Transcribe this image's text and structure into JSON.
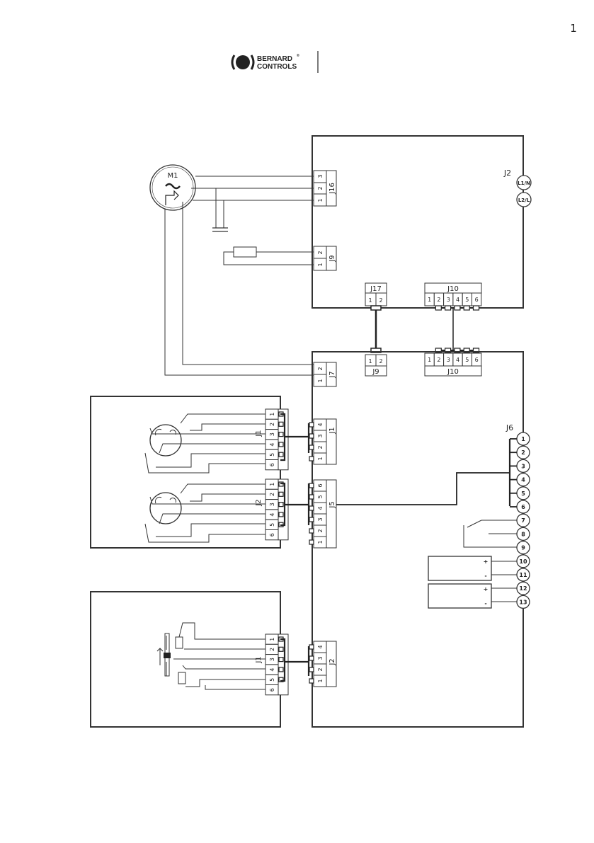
{
  "page": {
    "number": "1"
  },
  "brand": {
    "line1": "BERNARD",
    "line2": "CONTROLS",
    "reg": "®"
  },
  "motor": {
    "label": "M1",
    "terminal_block": "J16",
    "pins": [
      "3",
      "2",
      "1"
    ]
  },
  "heater": {
    "connector": "J9",
    "pins": [
      "2",
      "1"
    ]
  },
  "supply_board": {
    "connector": "J2",
    "terminals": [
      "L1/N",
      "L2/L"
    ],
    "j17": {
      "label": "J17",
      "pins": [
        "1",
        "2"
      ]
    },
    "j10": {
      "label": "J10",
      "pins": [
        "1",
        "2",
        "3",
        "4",
        "5",
        "6"
      ]
    }
  },
  "main_board": {
    "j9": {
      "label": "J9",
      "pins": [
        "1",
        "2"
      ]
    },
    "j10": {
      "label": "J10",
      "pins": [
        "1",
        "2",
        "3",
        "4",
        "5",
        "6"
      ]
    },
    "j7": {
      "label": "J7",
      "pins": [
        "2",
        "1"
      ]
    },
    "j1": {
      "label": "J1",
      "pins": [
        "4",
        "3",
        "2",
        "1"
      ]
    },
    "j5": {
      "label": "J5",
      "pins": [
        "6",
        "5",
        "4",
        "3",
        "2",
        "1"
      ]
    },
    "j2": {
      "label": "J2",
      "pins": [
        "4",
        "3",
        "2",
        "1"
      ]
    },
    "j6": {
      "label": "J6",
      "terminals": [
        "1",
        "2",
        "3",
        "4",
        "5",
        "6",
        "7",
        "8",
        "9",
        "10",
        "11",
        "12",
        "13"
      ]
    },
    "signal_polarity": {
      "plus": "+",
      "minus": "-"
    }
  },
  "limit_module": {
    "connector": "J1",
    "pins": [
      "1",
      "2",
      "3",
      "4",
      "5",
      "6"
    ]
  },
  "torque_module": {
    "connector": "J2",
    "pins": [
      "1",
      "2",
      "3",
      "4",
      "5",
      "6"
    ]
  },
  "position_module": {
    "connector": "J1",
    "pins": [
      "1",
      "2",
      "3",
      "4",
      "5",
      "6"
    ]
  }
}
